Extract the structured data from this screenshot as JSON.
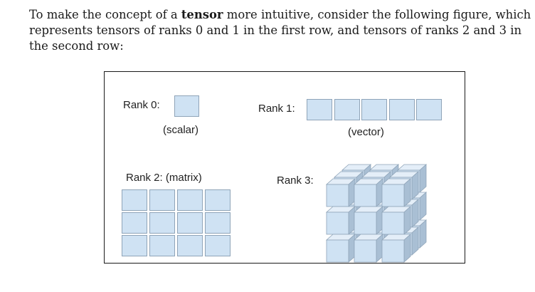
{
  "text": {
    "line1_before": "To make the concept of a ",
    "line1_bold": "tensor",
    "line1_after": " more intuitive, consider the following figure, which",
    "line2": "represents tensors of ranks 0 and 1 in the first row, and tensors of ranks 2 and 3 in",
    "line3": "the second row:"
  },
  "figure": {
    "rank0_label": "Rank 0:",
    "rank0_caption": "(scalar)",
    "rank1_label": "Rank 1:",
    "rank1_caption": "(vector)",
    "rank2_label": "Rank 2:  (matrix)",
    "rank3_label": "Rank 3:",
    "rank1_length": 5,
    "rank2_shape": [
      3,
      4
    ],
    "rank3_shape": [
      3,
      3,
      3
    ],
    "colors": {
      "cell_fill": "#cfe2f3",
      "cell_border": "#8fa4b8",
      "cube_top": "#e4eef8",
      "cube_side": "#a9bfd4"
    }
  }
}
